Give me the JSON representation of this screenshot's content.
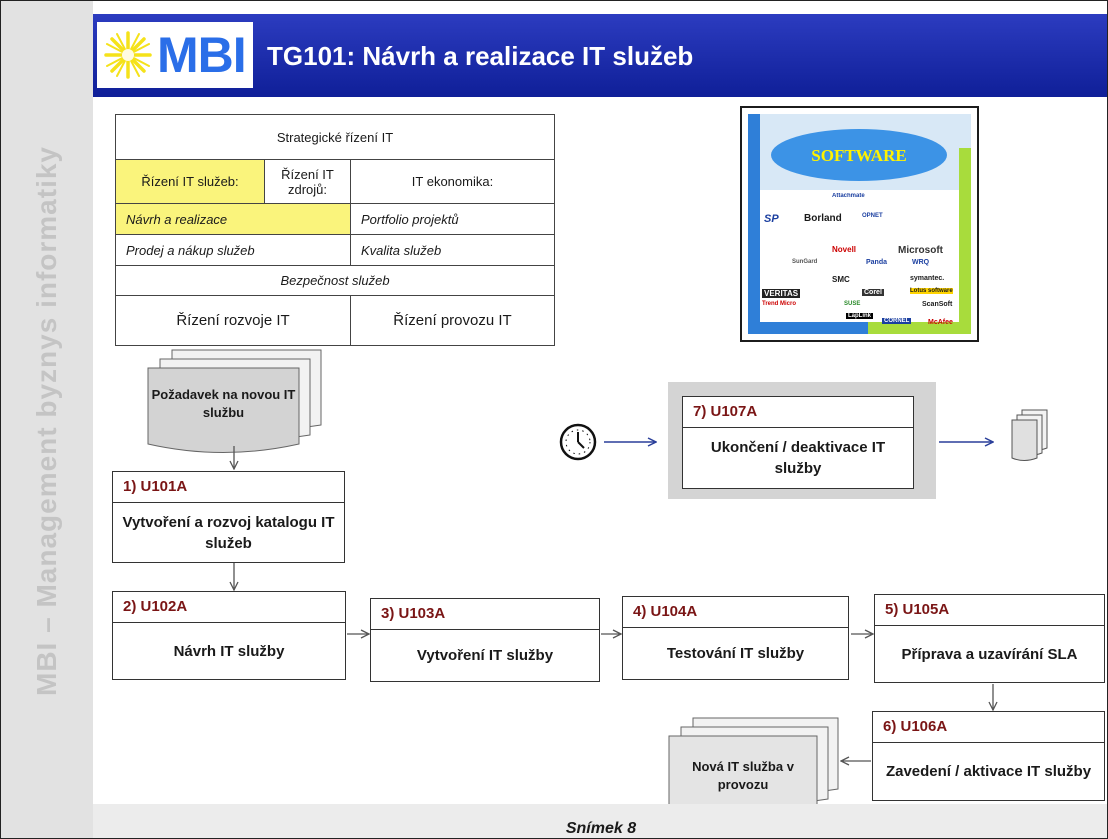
{
  "sidebar_label": "MBI – Management byznys informatiky",
  "header": {
    "logo_text": "MBI",
    "title": "TG101: Návrh a realizace IT služeb"
  },
  "table": {
    "row1": "Strategické řízení IT",
    "row2": [
      "Řízení IT služeb:",
      "Řízení IT zdrojů:",
      "IT ekonomika:"
    ],
    "row3": [
      "Návrh a realizace",
      "Portfolio projektů"
    ],
    "row4": [
      "Prodej a nákup služeb",
      "Kvalita služeb"
    ],
    "row5": "Bezpečnost služeb",
    "row6": [
      "Řízení rozvoje IT",
      "Řízení provozu IT"
    ]
  },
  "software_image": {
    "label": "SOFTWARE",
    "logos": [
      "Borland",
      "Novell",
      "Microsoft",
      "VERITAS",
      "SMC",
      "symantec.",
      "Lotus software",
      "ScanSoft",
      "CORNEL",
      "McAfee",
      "SP",
      "Attachmate",
      "OPNET",
      "WRQ",
      "SUSE",
      "LapLink",
      "Panda",
      "Corel",
      "Trend Micro",
      "SunGard"
    ],
    "colors": {
      "top": "#d8e8f6",
      "left": "#2f7fd8",
      "bottom_right": "#a8dc3c",
      "ellipse": "#3c93e6",
      "label": "#fff200"
    }
  },
  "documents": {
    "input": "Požadavek na novou IT službu",
    "output": "Nová IT služba v provozu"
  },
  "process_boxes": [
    {
      "id": "1)  U101A",
      "title": "Vytvoření a rozvoj katalogu IT služeb"
    },
    {
      "id": "2)  U102A",
      "title": "Návrh IT služby"
    },
    {
      "id": "3)  U103A",
      "title": "Vytvoření IT služby"
    },
    {
      "id": "4)  U104A",
      "title": "Testování IT služby"
    },
    {
      "id": "5)  U105A",
      "title": "Příprava a uzavírání SLA"
    },
    {
      "id": "6)  U106A",
      "title": "Zavedení / aktivace IT služby"
    },
    {
      "id": "7)  U107A",
      "title": "Ukončení / deaktivace IT služby"
    }
  ],
  "icons": [
    "clock-icon",
    "document-stack-icon",
    "arrow-icon"
  ],
  "footer": {
    "slide_label": "Snímek  8"
  },
  "colors": {
    "header_bg": "#1a2aa8",
    "box_id_text": "#7a1515",
    "table_highlight": "#faf47c",
    "box7_shadow": "#d4d4d4",
    "arrow": "#2a3f9a"
  }
}
